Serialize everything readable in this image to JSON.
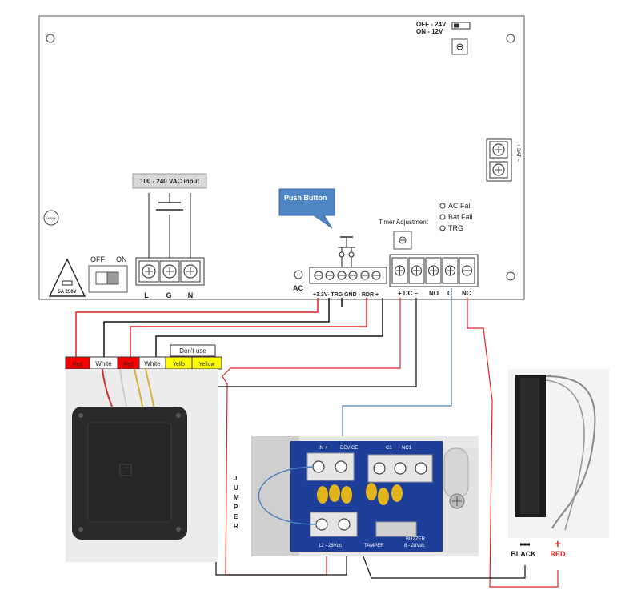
{
  "controller": {
    "dip_label_off": "OFF - 24V",
    "dip_label_on": "ON - 12V",
    "fuse_label": "5A 250V",
    "small_circle_label": "5A 250V",
    "switch_off": "OFF",
    "switch_on": "ON",
    "ac_input_label": "100 - 240 VAC input",
    "ac_terminals": [
      "L",
      "G",
      "N"
    ],
    "ac_label": "AC",
    "push_button_callout": "Push Button",
    "reader_terminals": "+3.3V-  TRG GND - RDR +",
    "timer_label": "Timer Adjustment",
    "led_labels": [
      "AC Fail",
      "Bat Fail",
      "TRG"
    ],
    "relay_terminals": [
      "+ DC –",
      "NO",
      "C",
      "NC"
    ],
    "bat_label": "+ BAT –"
  },
  "reader_wires": {
    "colors": [
      "Red",
      "White",
      "Red",
      "White",
      "Yello",
      "Yellow"
    ],
    "dont_use": "Don't use"
  },
  "lock_board": {
    "jumper_letters": [
      "J",
      "U",
      "M",
      "P",
      "E",
      "R"
    ],
    "top_labels": [
      "IN +",
      "DEVICE",
      "C1",
      "NC1"
    ],
    "bottom_labels": [
      "12 - 28Vdc",
      "TAMPER",
      "BUZZER",
      "8 - 28Vdc"
    ]
  },
  "maglock": {
    "black_label": "BLACK",
    "red_label": "RED",
    "minus_symbol": "–",
    "plus_symbol": "+"
  },
  "colors": {
    "red_wire": "#e02020",
    "black_wire": "#111111",
    "blue_wire": "#4a7fc0",
    "callout": "#4f86c6",
    "yellow_tag": "#ffff00",
    "red_tag": "#ff0000"
  }
}
